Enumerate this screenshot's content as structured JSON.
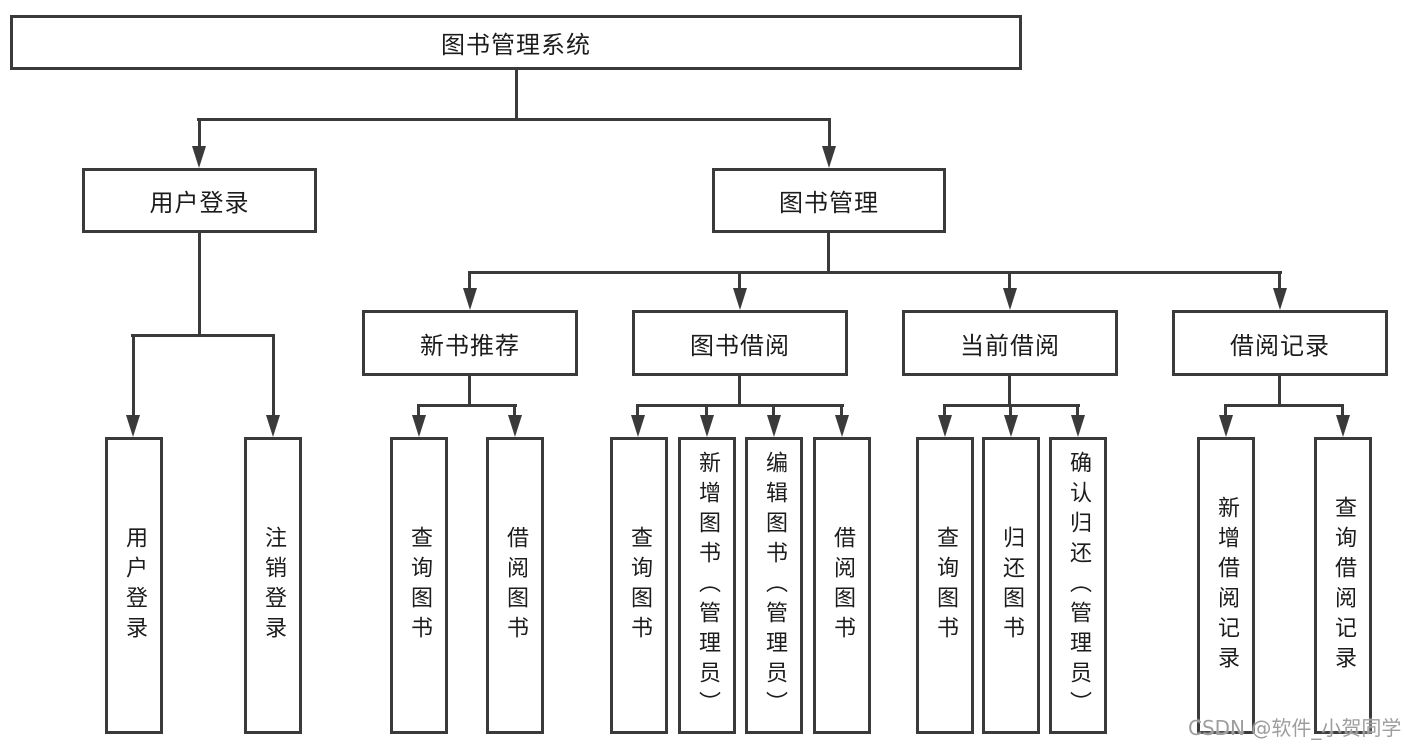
{
  "tree": {
    "label": "图书管理系统",
    "children": [
      {
        "label": "用户登录",
        "children": [
          {
            "label": "用户登录"
          },
          {
            "label": "注销登录"
          }
        ]
      },
      {
        "label": "图书管理",
        "children": [
          {
            "label": "新书推荐",
            "children": [
              {
                "label": "查询图书"
              },
              {
                "label": "借阅图书"
              }
            ]
          },
          {
            "label": "图书借阅",
            "children": [
              {
                "label": "查询图书"
              },
              {
                "label": "新增图书（管理员）"
              },
              {
                "label": "编辑图书（管理员）"
              },
              {
                "label": "借阅图书"
              }
            ]
          },
          {
            "label": "当前借阅",
            "children": [
              {
                "label": "查询图书"
              },
              {
                "label": "归还图书"
              },
              {
                "label": "确认归还（管理员）"
              }
            ]
          },
          {
            "label": "借阅记录",
            "children": [
              {
                "label": "新增借阅记录"
              },
              {
                "label": "查询借阅记录"
              }
            ]
          }
        ]
      }
    ]
  },
  "watermark": {
    "text": "CSDN @软件_小贺同学"
  },
  "colors": {
    "line": "#3a3a3a",
    "text": "#1c1c1c",
    "background": "#ffffff",
    "watermark": "#9e9e9e"
  }
}
